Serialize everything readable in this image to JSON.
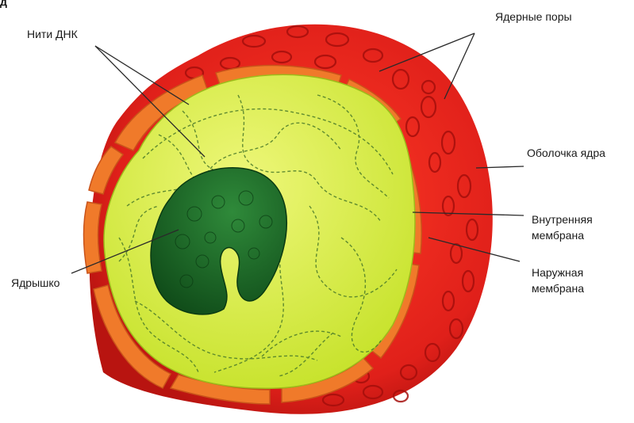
{
  "labels": {
    "dna_threads": "Нити ДНК",
    "nuclear_pores": "Ядерные поры",
    "nuclear_envelope": "Оболочка ядра",
    "inner_membrane_line1": "Внутренняя",
    "inner_membrane_line2": "мембрана",
    "nucleolus": "Ядрышко",
    "outer_membrane_line1": "Наружная",
    "outer_membrane_line2": "мембрана"
  },
  "colors": {
    "envelope": "#e0201a",
    "envelope_dark": "#b81410",
    "membrane_band": "#f07a2a",
    "nucleoplasm": "#d9ef3a",
    "nucleoplasm_light": "#eef77a",
    "nucleolus": "#1f6b2b",
    "nucleolus_dark": "#0f4a18",
    "pointer_line": "#2a2a2a"
  }
}
